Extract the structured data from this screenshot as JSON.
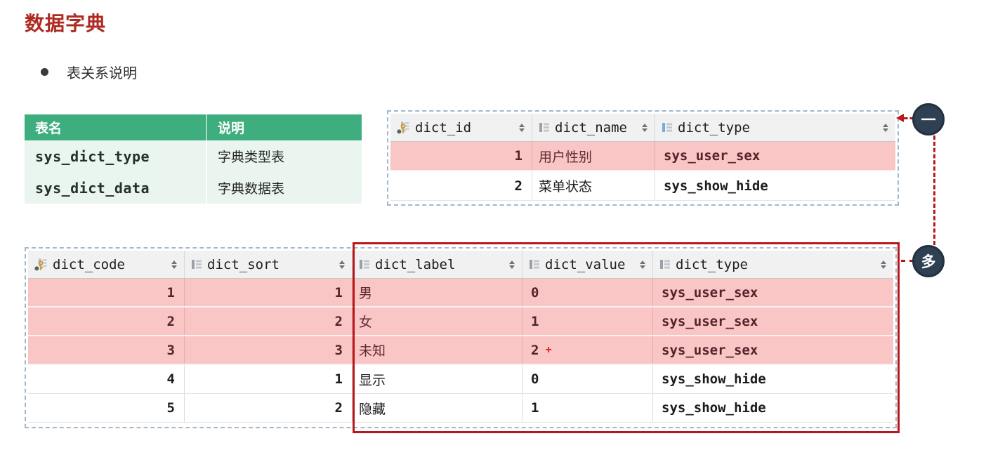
{
  "page": {
    "title": "数据字典",
    "bullet": "表关系说明"
  },
  "colors": {
    "title_red": "#AE2A22",
    "annotation_red": "#B8181B",
    "plus_red": "#E01E1E",
    "legend_header_green": "#3FAE7E",
    "legend_body_green": "#E9F5EE",
    "highlight_pink": "#F9C5C5",
    "grid_header_gray": "#F1F1F2",
    "dashed_border_blue": "#A3B8CB",
    "badge_navy": "#2E4052"
  },
  "legend_table": {
    "headers": [
      "表名",
      "说明"
    ],
    "rows": [
      {
        "name": "sys_dict_type",
        "desc": "字典类型表"
      },
      {
        "name": "sys_dict_data",
        "desc": "字典数据表"
      }
    ]
  },
  "dict_type_table": {
    "columns": [
      {
        "label": "dict_id",
        "icon": "primary-key-column-icon",
        "kind": "num"
      },
      {
        "label": "dict_name",
        "icon": "column-icon",
        "kind": "cjk"
      },
      {
        "label": "dict_type",
        "icon": "column-icon-blue",
        "kind": "mono"
      }
    ],
    "rows": [
      {
        "values": [
          "1",
          "用户性别",
          "sys_user_sex"
        ],
        "highlight": true
      },
      {
        "values": [
          "2",
          "菜单状态",
          "sys_show_hide"
        ],
        "highlight": false
      }
    ]
  },
  "dict_data_table": {
    "columns": [
      {
        "label": "dict_code",
        "icon": "primary-key-column-icon",
        "kind": "num"
      },
      {
        "label": "dict_sort",
        "icon": "column-icon",
        "kind": "num"
      },
      {
        "label": "dict_label",
        "icon": "column-icon",
        "kind": "cjk"
      },
      {
        "label": "dict_value",
        "icon": "column-icon",
        "kind": "mono"
      },
      {
        "label": "dict_type",
        "icon": "column-icon",
        "kind": "mono"
      }
    ],
    "rows": [
      {
        "values": [
          "1",
          "1",
          "男",
          "0",
          "sys_user_sex"
        ],
        "highlight": true
      },
      {
        "values": [
          "2",
          "2",
          "女",
          "1",
          "sys_user_sex"
        ],
        "highlight": true
      },
      {
        "values": [
          "3",
          "3",
          "未知",
          "2",
          "sys_user_sex"
        ],
        "highlight": true,
        "plus_after_index": 3
      },
      {
        "values": [
          "4",
          "1",
          "显示",
          "0",
          "sys_show_hide"
        ],
        "highlight": false
      },
      {
        "values": [
          "5",
          "2",
          "隐藏",
          "1",
          "sys_show_hide"
        ],
        "highlight": false
      }
    ]
  },
  "relation": {
    "one_badge": "一",
    "many_badge": "多"
  }
}
